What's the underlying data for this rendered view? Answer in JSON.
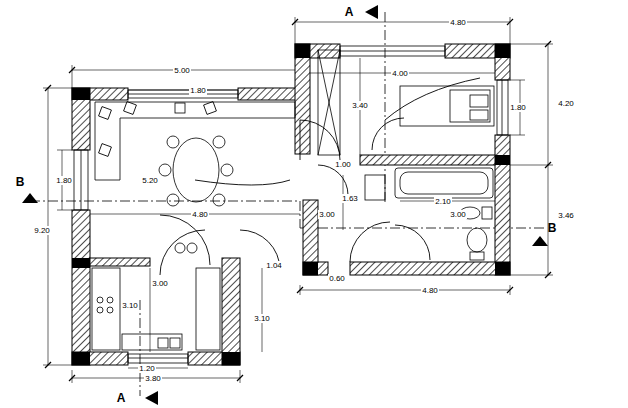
{
  "diagram": {
    "labels": [
      "A",
      "4.80",
      "5.00",
      "4.00",
      "1.80",
      "1.80",
      "3.40",
      "4.20",
      "1.00",
      "1.80",
      "B",
      "5.20",
      "1.63",
      "2.10",
      "3.00",
      "4.80",
      "3.00",
      "3.46",
      "B",
      "9.20",
      "1.04",
      "0.60",
      "3.00",
      "4.80",
      "3.10",
      "3.10",
      "1.20",
      "3.80",
      "A"
    ]
  }
}
